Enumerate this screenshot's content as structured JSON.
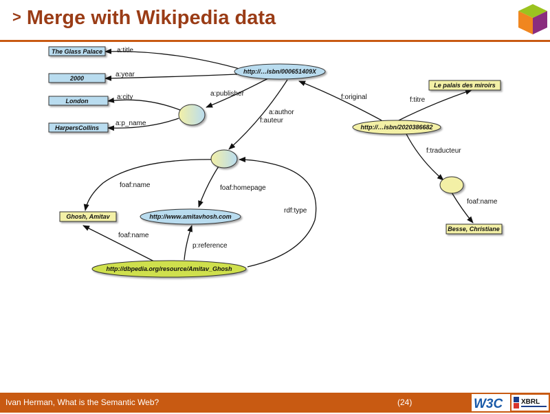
{
  "slide": {
    "chevron": ">",
    "title": "Merge with Wikipedia data",
    "footer_text": "Ivan Herman, What is the Semantic Web?",
    "page_number": "(24)",
    "w3c_logo": "W3C",
    "xbrl_logo": "XBRL"
  },
  "nodes": {
    "glass_palace": "The Glass Palace",
    "year": "2000",
    "london": "London",
    "harpers": "HarpersCollins",
    "isbn1": "http://…isbn/000651409X",
    "isbn2": "http://…isbn/2020386682",
    "palais": "Le palais des miroirs",
    "ghosh": "Ghosh, Amitav",
    "homepage": "http://www.amitavhosh.com",
    "besse": "Besse, Christiane",
    "dbpedia": "http://dbpedia.org/resource/Amitav_Ghosh"
  },
  "edges": {
    "a_title": "a:title",
    "a_year": "a:year",
    "a_city": "a:city",
    "a_p_name": "a:p_name",
    "a_publisher": "a:publisher",
    "a_author": "a:author",
    "f_auteur": "f:auteur",
    "f_original": "f:original",
    "f_titre": "f:titre",
    "f_traducteur": "f:traducteur",
    "foaf_name_1": "foaf:name",
    "foaf_homepage": "foaf:homepage",
    "foaf_name_2": "foaf:name",
    "foaf_name_3": "foaf:name",
    "p_reference": "p:reference",
    "rdf_type": "rdf:type"
  },
  "colors": {
    "title": "#9a3c16",
    "accent_orange": "#c85a12",
    "blue_node": "#b9dcef",
    "yellow_node": "#f3f0a6",
    "green_node": "#cfe04e"
  }
}
